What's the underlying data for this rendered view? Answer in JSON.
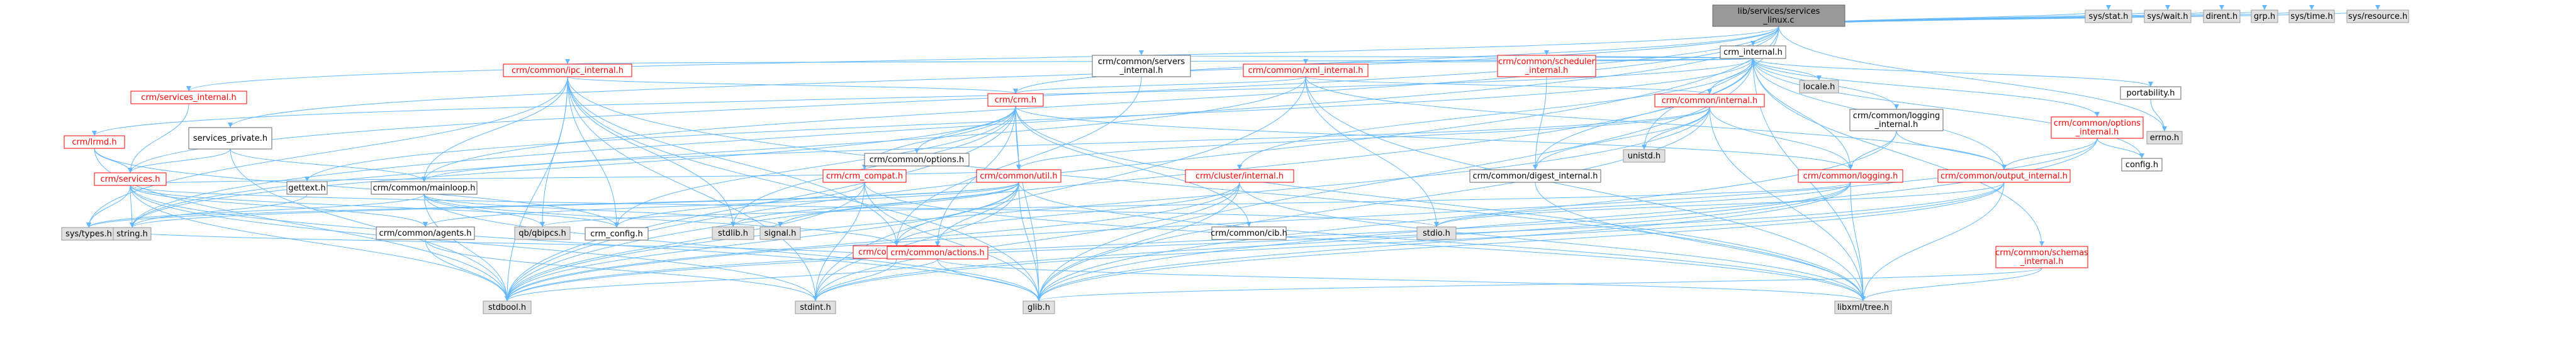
{
  "nodes": [
    {
      "id": "root",
      "lines": [
        "lib/services/services",
        "_linux.c"
      ],
      "style": "root"
    },
    {
      "id": "crm_internal",
      "lines": [
        "crm_internal.h"
      ],
      "style": "normal"
    },
    {
      "id": "services_internal",
      "lines": [
        "crm/services_internal.h"
      ],
      "style": "red"
    },
    {
      "id": "services_private",
      "lines": [
        "services_private.h"
      ],
      "style": "normal"
    },
    {
      "id": "lrmd",
      "lines": [
        "crm/lrmd.h"
      ],
      "style": "red"
    },
    {
      "id": "services",
      "lines": [
        "crm/services.h"
      ],
      "style": "red"
    },
    {
      "id": "ipc_internal",
      "lines": [
        "crm/common/ipc_internal.h"
      ],
      "style": "red"
    },
    {
      "id": "servers_internal",
      "lines": [
        "crm/common/servers",
        "_internal.h"
      ],
      "style": "normal"
    },
    {
      "id": "xml_internal",
      "lines": [
        "crm/common/xml_internal.h"
      ],
      "style": "red"
    },
    {
      "id": "scheduler_internal",
      "lines": [
        "crm/common/scheduler",
        "_internal.h"
      ],
      "style": "red"
    },
    {
      "id": "locale",
      "lines": [
        "locale.h"
      ],
      "style": "gray"
    },
    {
      "id": "common_internal",
      "lines": [
        "crm/common/internal.h"
      ],
      "style": "red"
    },
    {
      "id": "logging_internal",
      "lines": [
        "crm/common/logging",
        "_internal.h"
      ],
      "style": "normal"
    },
    {
      "id": "options_internal",
      "lines": [
        "crm/common/options",
        "_internal.h"
      ],
      "style": "red"
    },
    {
      "id": "portability",
      "lines": [
        "portability.h"
      ],
      "style": "normal"
    },
    {
      "id": "errno",
      "lines": [
        "errno.h"
      ],
      "style": "gray"
    },
    {
      "id": "sys_stat",
      "lines": [
        "sys/stat.h"
      ],
      "style": "gray"
    },
    {
      "id": "sys_wait",
      "lines": [
        "sys/wait.h"
      ],
      "style": "gray"
    },
    {
      "id": "dirent",
      "lines": [
        "dirent.h"
      ],
      "style": "gray"
    },
    {
      "id": "grp",
      "lines": [
        "grp.h"
      ],
      "style": "gray"
    },
    {
      "id": "sys_time",
      "lines": [
        "sys/time.h"
      ],
      "style": "gray"
    },
    {
      "id": "sys_resource",
      "lines": [
        "sys/resource.h"
      ],
      "style": "gray"
    },
    {
      "id": "crm_h",
      "lines": [
        "crm/crm.h"
      ],
      "style": "red"
    },
    {
      "id": "config",
      "lines": [
        "config.h"
      ],
      "style": "normal"
    },
    {
      "id": "cluster_internal",
      "lines": [
        "crm/cluster/internal.h"
      ],
      "style": "red"
    },
    {
      "id": "gettext",
      "lines": [
        "gettext.h"
      ],
      "style": "normal"
    },
    {
      "id": "mainloop",
      "lines": [
        "crm/common/mainloop.h"
      ],
      "style": "normal"
    },
    {
      "id": "common_options",
      "lines": [
        "crm/common/options.h"
      ],
      "style": "normal"
    },
    {
      "id": "crm_compat",
      "lines": [
        "crm/crm_compat.h"
      ],
      "style": "red"
    },
    {
      "id": "common_util",
      "lines": [
        "crm/common/util.h"
      ],
      "style": "red"
    },
    {
      "id": "unistd",
      "lines": [
        "unistd.h"
      ],
      "style": "gray"
    },
    {
      "id": "digest_internal",
      "lines": [
        "crm/common/digest_internal.h"
      ],
      "style": "normal"
    },
    {
      "id": "common_logging",
      "lines": [
        "crm/common/logging.h"
      ],
      "style": "red"
    },
    {
      "id": "output_internal",
      "lines": [
        "crm/common/output_internal.h"
      ],
      "style": "red"
    },
    {
      "id": "sys_types",
      "lines": [
        "sys/types.h"
      ],
      "style": "gray"
    },
    {
      "id": "string",
      "lines": [
        "string.h"
      ],
      "style": "gray"
    },
    {
      "id": "agents",
      "lines": [
        "crm/common/agents.h"
      ],
      "style": "normal"
    },
    {
      "id": "qbipcs",
      "lines": [
        "qb/qbipcs.h"
      ],
      "style": "gray"
    },
    {
      "id": "crm_config",
      "lines": [
        "crm_config.h"
      ],
      "style": "normal"
    },
    {
      "id": "stdlib",
      "lines": [
        "stdlib.h"
      ],
      "style": "gray"
    },
    {
      "id": "signal",
      "lines": [
        "signal.h"
      ],
      "style": "gray"
    },
    {
      "id": "common_ipc",
      "lines": [
        "crm/common/ipc.h"
      ],
      "style": "red"
    },
    {
      "id": "actions",
      "lines": [
        "crm/common/actions.h"
      ],
      "style": "red"
    },
    {
      "id": "cib",
      "lines": [
        "crm/common/cib.h"
      ],
      "style": "normal"
    },
    {
      "id": "stdio",
      "lines": [
        "stdio.h"
      ],
      "style": "gray"
    },
    {
      "id": "schemas_internal",
      "lines": [
        "crm/common/schemas",
        "_internal.h"
      ],
      "style": "red"
    },
    {
      "id": "stdbool",
      "lines": [
        "stdbool.h"
      ],
      "style": "gray"
    },
    {
      "id": "stdint",
      "lines": [
        "stdint.h"
      ],
      "style": "gray"
    },
    {
      "id": "glib",
      "lines": [
        "glib.h"
      ],
      "style": "gray"
    },
    {
      "id": "libxml_tree",
      "lines": [
        "libxml/tree.h"
      ],
      "style": "gray"
    }
  ],
  "edges": [
    [
      "root",
      "crm_internal"
    ],
    [
      "root",
      "services_internal"
    ],
    [
      "root",
      "services_private"
    ],
    [
      "root",
      "services"
    ],
    [
      "root",
      "crm_h"
    ],
    [
      "root",
      "mainloop"
    ],
    [
      "root",
      "string"
    ],
    [
      "root",
      "unistd"
    ],
    [
      "root",
      "errno"
    ],
    [
      "root",
      "stdbool"
    ],
    [
      "root",
      "sys_stat"
    ],
    [
      "root",
      "sys_wait"
    ],
    [
      "root",
      "dirent"
    ],
    [
      "root",
      "grp"
    ],
    [
      "root",
      "sys_time"
    ],
    [
      "root",
      "sys_resource"
    ],
    [
      "crm_internal",
      "config"
    ],
    [
      "crm_internal",
      "portability"
    ],
    [
      "crm_internal",
      "gettext"
    ],
    [
      "crm_internal",
      "locale"
    ],
    [
      "crm_internal",
      "glib"
    ],
    [
      "crm_internal",
      "stdbool"
    ],
    [
      "crm_internal",
      "libxml_tree"
    ],
    [
      "crm_internal",
      "common_logging"
    ],
    [
      "crm_internal",
      "logging_internal"
    ],
    [
      "crm_internal",
      "ipc_internal"
    ],
    [
      "crm_internal",
      "output_internal"
    ],
    [
      "crm_internal",
      "xml_internal"
    ],
    [
      "crm_internal",
      "common_internal"
    ],
    [
      "crm_internal",
      "digest_internal"
    ],
    [
      "crm_internal",
      "scheduler_internal"
    ],
    [
      "crm_internal",
      "options_internal"
    ],
    [
      "crm_internal",
      "schemas_internal"
    ],
    [
      "crm_internal",
      "servers_internal"
    ],
    [
      "crm_internal",
      "cluster_internal"
    ],
    [
      "crm_internal",
      "lrmd"
    ],
    [
      "services_internal",
      "services"
    ],
    [
      "services_private",
      "mainloop"
    ],
    [
      "services_private",
      "services"
    ],
    [
      "services_private",
      "stdbool"
    ],
    [
      "services_private",
      "dbus_unused"
    ],
    [
      "lrmd",
      "stdbool"
    ],
    [
      "lrmd",
      "services"
    ],
    [
      "lrmd",
      "crm_config"
    ],
    [
      "services",
      "sys_types"
    ],
    [
      "services",
      "stdio"
    ],
    [
      "services",
      "stdbool"
    ],
    [
      "services",
      "stdint"
    ],
    [
      "services",
      "glib"
    ],
    [
      "services",
      "string"
    ],
    [
      "services",
      "crm_config"
    ],
    [
      "services",
      "agents"
    ],
    [
      "services",
      "common_util"
    ],
    [
      "ipc_internal",
      "stdbool"
    ],
    [
      "ipc_internal",
      "stdint"
    ],
    [
      "ipc_internal",
      "sys_types"
    ],
    [
      "ipc_internal",
      "glib"
    ],
    [
      "ipc_internal",
      "libxml_tree"
    ],
    [
      "ipc_internal",
      "qbipcs"
    ],
    [
      "ipc_internal",
      "crm_config"
    ],
    [
      "ipc_internal",
      "common_ipc"
    ],
    [
      "ipc_internal",
      "mainloop"
    ],
    [
      "ipc_internal",
      "crm_h"
    ],
    [
      "ipc_internal",
      "stdlib"
    ],
    [
      "servers_internal",
      "common_ipc"
    ],
    [
      "xml_internal",
      "stdio"
    ],
    [
      "xml_internal",
      "crm_h"
    ],
    [
      "xml_internal",
      "output_internal"
    ],
    [
      "xml_internal",
      "common_internal"
    ],
    [
      "xml_internal",
      "string"
    ],
    [
      "xml_internal",
      "libxml_tree"
    ],
    [
      "xml_internal",
      "stdint"
    ],
    [
      "scheduler_internal",
      "digest_internal"
    ],
    [
      "common_internal",
      "unistd"
    ],
    [
      "common_internal",
      "stdbool"
    ],
    [
      "common_internal",
      "glib"
    ],
    [
      "common_internal",
      "libxml_tree"
    ],
    [
      "common_internal",
      "common_util"
    ],
    [
      "common_internal",
      "common_logging"
    ],
    [
      "common_internal",
      "mainloop"
    ],
    [
      "common_internal",
      "digest_internal"
    ],
    [
      "logging_internal",
      "glib"
    ],
    [
      "logging_internal",
      "common_logging"
    ],
    [
      "logging_internal",
      "output_internal"
    ],
    [
      "options_internal",
      "glib"
    ],
    [
      "options_internal",
      "stdbool"
    ],
    [
      "options_internal",
      "output_internal"
    ],
    [
      "options_internal",
      "config"
    ],
    [
      "portability",
      "errno"
    ],
    [
      "crm_h",
      "crm_config"
    ],
    [
      "crm_h",
      "stdlib"
    ],
    [
      "crm_h",
      "glib"
    ],
    [
      "crm_h",
      "stdbool"
    ],
    [
      "crm_h",
      "string"
    ],
    [
      "crm_h",
      "libxml_tree"
    ],
    [
      "crm_h",
      "common_options"
    ],
    [
      "crm_h",
      "common_logging"
    ],
    [
      "crm_h",
      "common_util"
    ],
    [
      "crm_h",
      "crm_compat"
    ],
    [
      "crm_h",
      "actions"
    ],
    [
      "crm_h",
      "cib"
    ],
    [
      "cluster_internal",
      "stdbool"
    ],
    [
      "cluster_internal",
      "stdint"
    ],
    [
      "cluster_internal",
      "glib"
    ],
    [
      "cluster_internal",
      "libxml_tree"
    ],
    [
      "cluster_internal",
      "common_ipc"
    ],
    [
      "gettext",
      "string"
    ],
    [
      "mainloop",
      "signal"
    ],
    [
      "mainloop",
      "sys_types"
    ],
    [
      "mainloop",
      "glib"
    ],
    [
      "mainloop",
      "qbipcs"
    ],
    [
      "mainloop",
      "stdbool"
    ],
    [
      "mainloop",
      "common_ipc"
    ],
    [
      "crm_compat",
      "crm_config"
    ],
    [
      "crm_compat",
      "glib"
    ],
    [
      "crm_compat",
      "stdbool"
    ],
    [
      "crm_compat",
      "stdint"
    ],
    [
      "crm_compat",
      "libxml_tree"
    ],
    [
      "common_util",
      "sys_types"
    ],
    [
      "common_util",
      "stdlib"
    ],
    [
      "common_util",
      "stdbool"
    ],
    [
      "common_util",
      "stdint"
    ],
    [
      "common_util",
      "glib"
    ],
    [
      "common_util",
      "libxml_tree"
    ],
    [
      "common_util",
      "actions"
    ],
    [
      "common_util",
      "agents"
    ],
    [
      "common_util",
      "string"
    ],
    [
      "common_util",
      "signal"
    ],
    [
      "common_util",
      "common_ipc"
    ],
    [
      "digest_internal",
      "libxml_tree"
    ],
    [
      "common_logging",
      "stdio"
    ],
    [
      "common_logging",
      "glib"
    ],
    [
      "common_logging",
      "qbipcs"
    ],
    [
      "common_logging",
      "libxml_tree"
    ],
    [
      "common_logging",
      "stdint"
    ],
    [
      "common_logging",
      "stdbool"
    ],
    [
      "output_internal",
      "stdio"
    ],
    [
      "output_internal",
      "stdbool"
    ],
    [
      "output_internal",
      "stdint"
    ],
    [
      "output_internal",
      "glib"
    ],
    [
      "output_internal",
      "libxml_tree"
    ],
    [
      "agents",
      "stdint"
    ],
    [
      "agents",
      "stdbool"
    ],
    [
      "common_ipc",
      "stdint"
    ],
    [
      "common_ipc",
      "sys_types"
    ],
    [
      "actions",
      "stdbool"
    ],
    [
      "actions",
      "strings_unused"
    ],
    [
      "actions",
      "glib"
    ],
    [
      "actions",
      "libxml_tree"
    ],
    [
      "schemas_internal",
      "glib"
    ],
    [
      "schemas_internal",
      "libxml_tree"
    ]
  ]
}
